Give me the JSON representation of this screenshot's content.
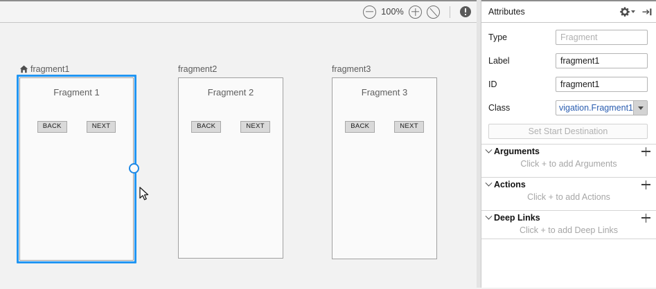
{
  "toolbar": {
    "zoom_out_icon": "zoom-out-icon",
    "zoom_level": "100%",
    "zoom_in_icon": "zoom-in-icon",
    "zoom_fit_icon": "zoom-to-fit-icon",
    "issue_icon": "issue-notification-icon"
  },
  "canvas": {
    "destinations": [
      {
        "name": "fragment1",
        "screen_title": "Fragment 1",
        "is_start": true,
        "selected": true,
        "home_icon": "home-icon",
        "buttons": [
          "BACK",
          "NEXT"
        ]
      },
      {
        "name": "fragment2",
        "screen_title": "Fragment 2",
        "is_start": false,
        "selected": false,
        "buttons": [
          "BACK",
          "NEXT"
        ]
      },
      {
        "name": "fragment3",
        "screen_title": "Fragment 3",
        "is_start": false,
        "selected": false,
        "buttons": [
          "BACK",
          "NEXT"
        ]
      }
    ],
    "action_handle_icon": "action-connection-handle",
    "cursor_icon": "mouse-cursor"
  },
  "attributes": {
    "title": "Attributes",
    "gear_icon": "gear-icon",
    "collapse_icon": "hide-panel-icon",
    "fields": [
      {
        "label": "Type",
        "value": "Fragment",
        "is_placeholder": true
      },
      {
        "label": "Label",
        "value": "fragment1",
        "is_placeholder": false
      },
      {
        "label": "ID",
        "value": "fragment1",
        "is_placeholder": false
      }
    ],
    "class_field": {
      "label": "Class",
      "value": "vigation.Fragment1"
    },
    "start_destination_button": "Set Start Destination",
    "sections": [
      {
        "title": "Arguments",
        "hint": "Click + to add Arguments"
      },
      {
        "title": "Actions",
        "hint": "Click + to add Actions"
      },
      {
        "title": "Deep Links",
        "hint": "Click + to add Deep Links"
      }
    ]
  },
  "colors": {
    "selection_blue": "#2196f3",
    "link_blue": "#2a5db0",
    "canvas_bg": "#f2f2f2"
  }
}
